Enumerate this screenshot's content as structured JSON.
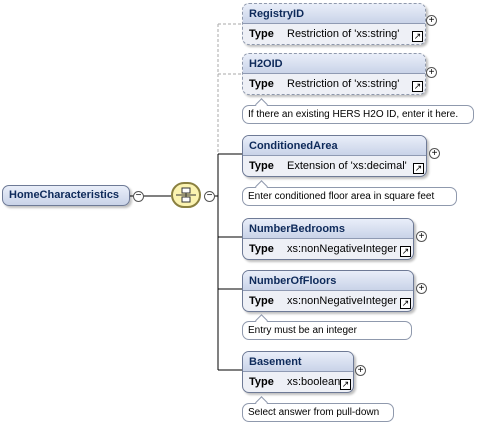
{
  "root": {
    "name": "HomeCharacteristics"
  },
  "compositor": {
    "icon": "sequence-compositor-icon"
  },
  "type_label": "Type",
  "elements": [
    {
      "name": "RegistryID",
      "type": "Restriction of 'xs:string'",
      "optional": true,
      "note": ""
    },
    {
      "name": "H2OID",
      "type": "Restriction of 'xs:string'",
      "optional": true,
      "note": "If there an existing HERS H2O ID, enter it here."
    },
    {
      "name": "ConditionedArea",
      "type": "Extension of 'xs:decimal'",
      "optional": false,
      "note": "Enter conditioned floor area in square feet"
    },
    {
      "name": "NumberBedrooms",
      "type": "xs:nonNegativeInteger",
      "optional": false,
      "note": ""
    },
    {
      "name": "NumberOfFloors",
      "type": "xs:nonNegativeInteger",
      "optional": false,
      "note": "Entry must be an integer"
    },
    {
      "name": "Basement",
      "type": "xs:boolean",
      "optional": false,
      "note": "Select answer from pull-down"
    }
  ]
}
